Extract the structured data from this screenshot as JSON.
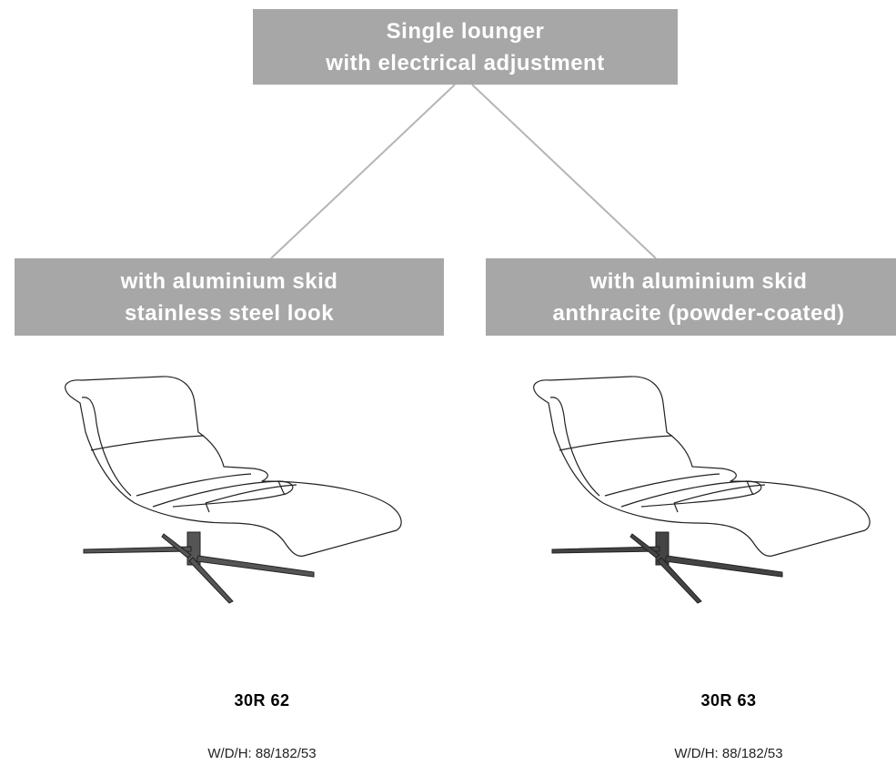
{
  "root": {
    "line1": "Single lounger",
    "line2": "with electrical adjustment"
  },
  "variants": [
    {
      "line1": "with aluminium skid",
      "line2": "stainless steel look",
      "code": "30R 62",
      "dims": "W/D/H: 88/182/53"
    },
    {
      "line1": "with aluminium skid",
      "line2": "anthracite (powder-coated)",
      "code": "30R 63",
      "dims": "W/D/H: 88/182/53"
    }
  ],
  "colors": {
    "box_fill": "#a7a7a7",
    "box_text": "#ffffff",
    "connector": "#b5b5b5",
    "base_fill": "#555555"
  },
  "icons": [
    "lounger-chair-icon"
  ]
}
